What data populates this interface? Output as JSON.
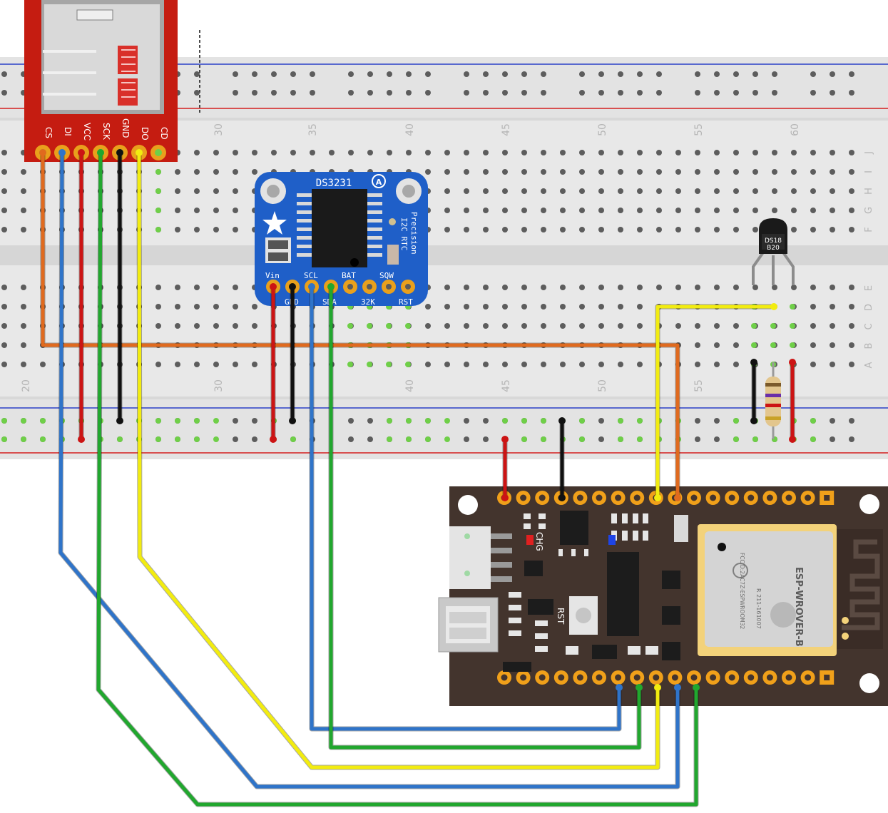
{
  "breadboard": {
    "column_numbers": [
      "20",
      "30",
      "35",
      "40",
      "45",
      "50",
      "55",
      "60"
    ],
    "row_letters": [
      "J",
      "I",
      "H",
      "G",
      "F",
      "E",
      "D",
      "C",
      "B",
      "A"
    ]
  },
  "sd_module": {
    "pins": [
      "CS",
      "DI",
      "VCC",
      "SCK",
      "GND",
      "DO",
      "CD"
    ]
  },
  "rtc_module": {
    "chip": "DS3231",
    "badge": "A",
    "side_text_1": "Precision",
    "side_text_2": "I2C RTC",
    "pin_labels_top": [
      "Vin",
      "SCL",
      "BAT",
      "SQW"
    ],
    "pin_labels_bottom": [
      "GND",
      "SDA",
      "32K",
      "RST"
    ]
  },
  "sensor": {
    "line1": "DS18",
    "line2": "B20"
  },
  "esp32": {
    "chg": "CHG",
    "rst": "RST",
    "module_name": "ESP-WROVER-B",
    "fcc": "FCCID:2AC7Z-ESPWROOM32",
    "cert": "R 211-161007"
  },
  "colors": {
    "orange": "#e06a1e",
    "blue": "#2f74c9",
    "red": "#cc1414",
    "green": "#21a72e",
    "black": "#111111",
    "yellow": "#f2ec10"
  }
}
